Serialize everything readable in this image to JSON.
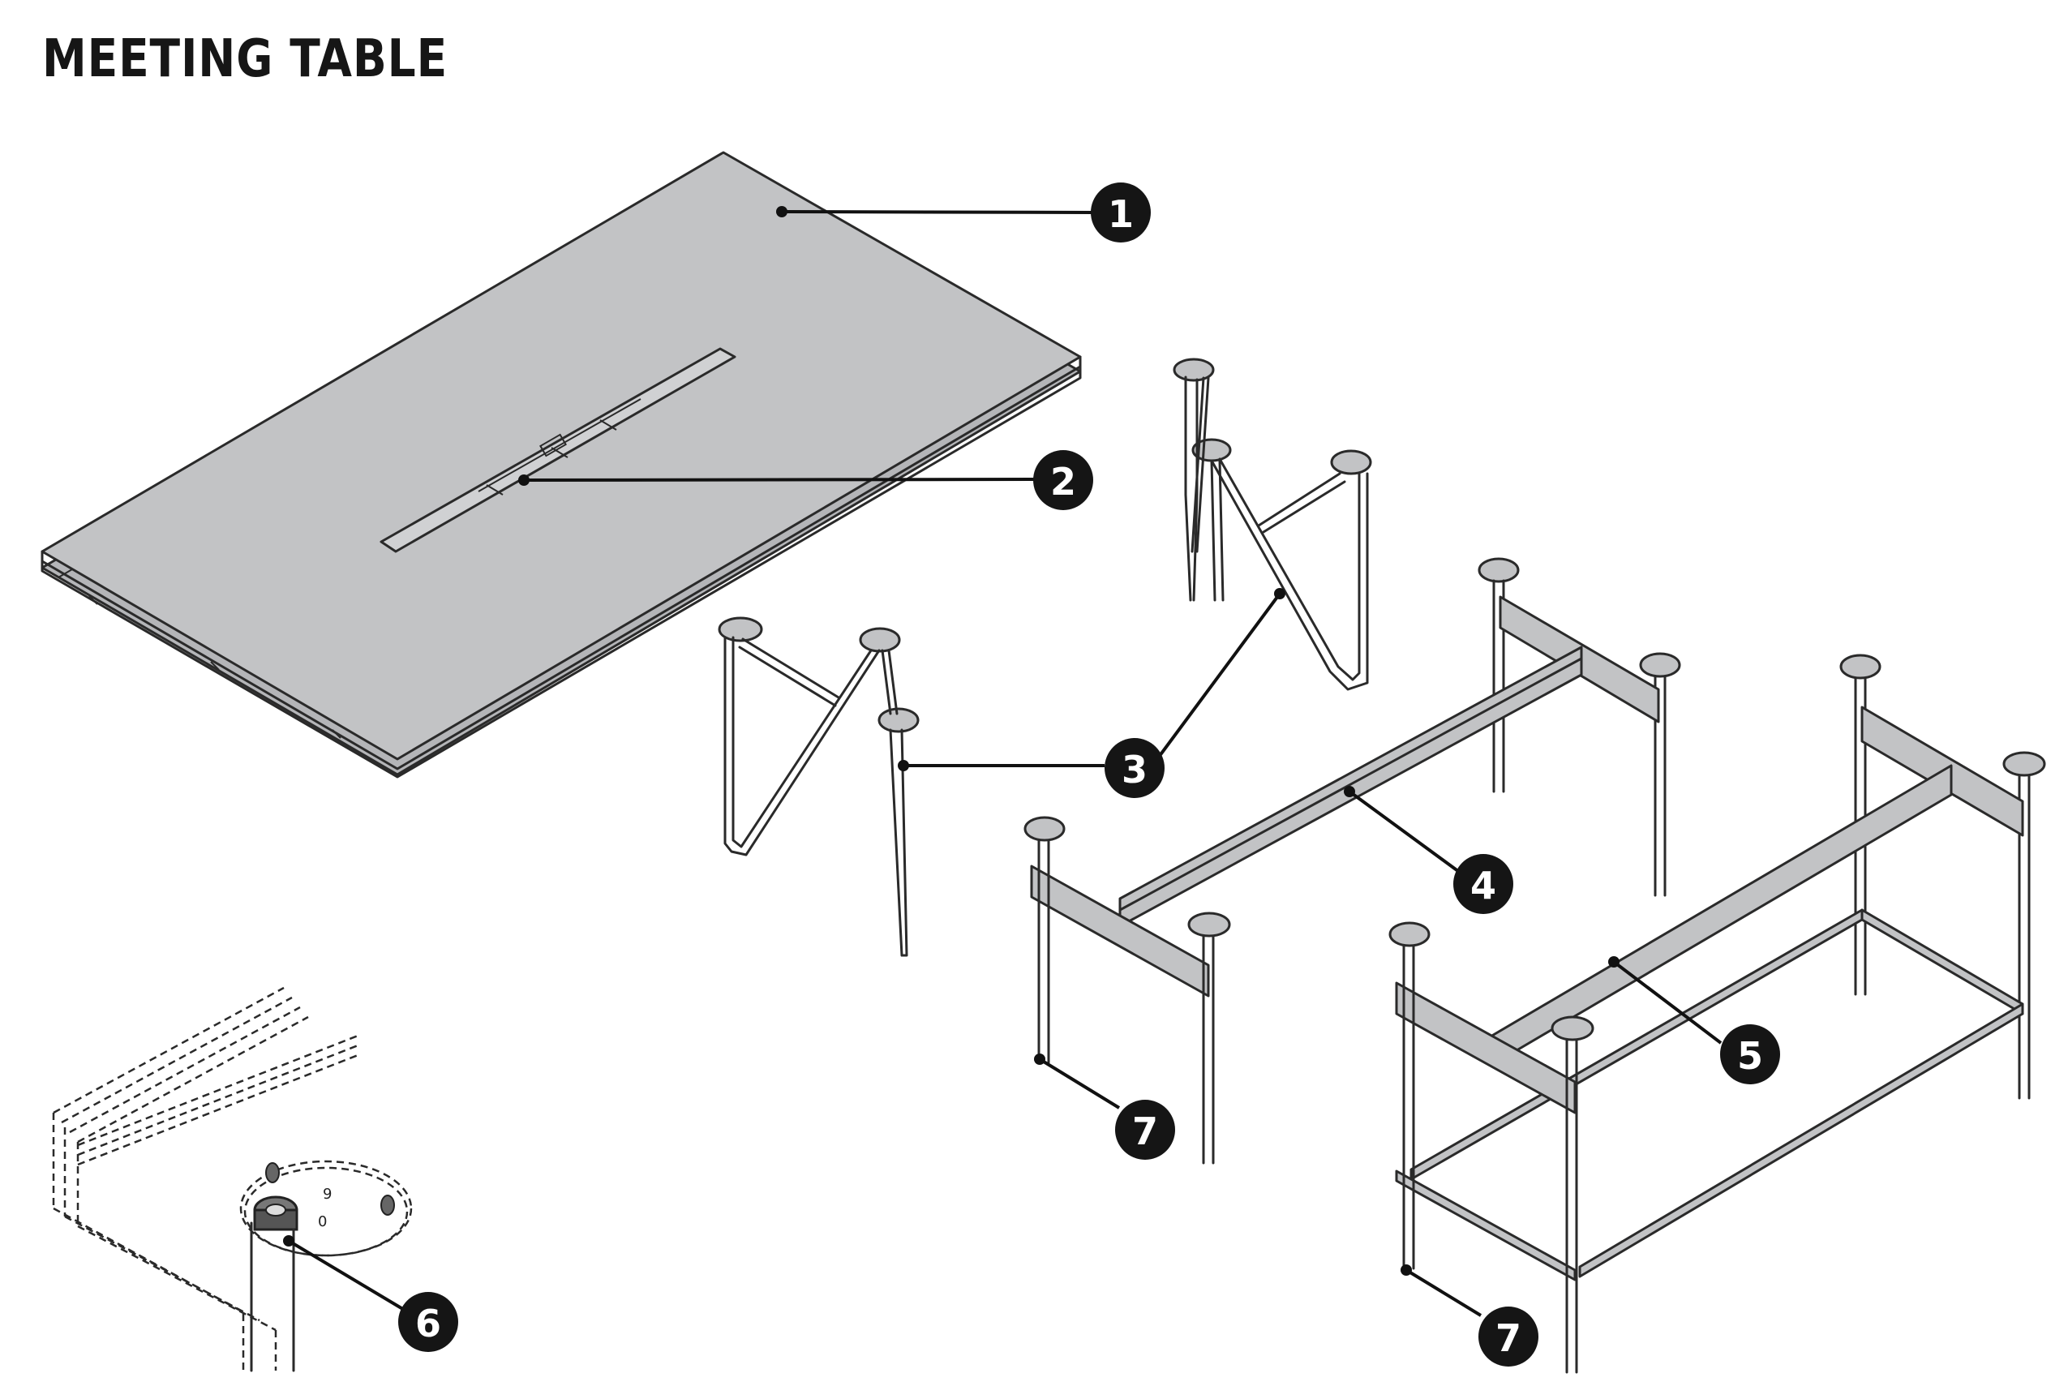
{
  "title": "MEETING TABLE",
  "callouts": [
    {
      "id": "c1",
      "label": "1",
      "part": "table-top"
    },
    {
      "id": "c2",
      "label": "2",
      "part": "cable-tray"
    },
    {
      "id": "c3",
      "label": "3",
      "part": "leg-frame"
    },
    {
      "id": "c4",
      "label": "4",
      "part": "single-beam-frame"
    },
    {
      "id": "c5",
      "label": "5",
      "part": "double-beam-frame"
    },
    {
      "id": "c6",
      "label": "6",
      "part": "connector-fitting"
    },
    {
      "id": "c7a",
      "label": "7",
      "part": "foot"
    },
    {
      "id": "c7b",
      "label": "7",
      "part": "foot"
    }
  ],
  "detail_marks": [
    "9",
    "0"
  ],
  "colors": {
    "surface": "#c2c3c5",
    "line": "#2a2a2a",
    "badge": "#151515"
  }
}
